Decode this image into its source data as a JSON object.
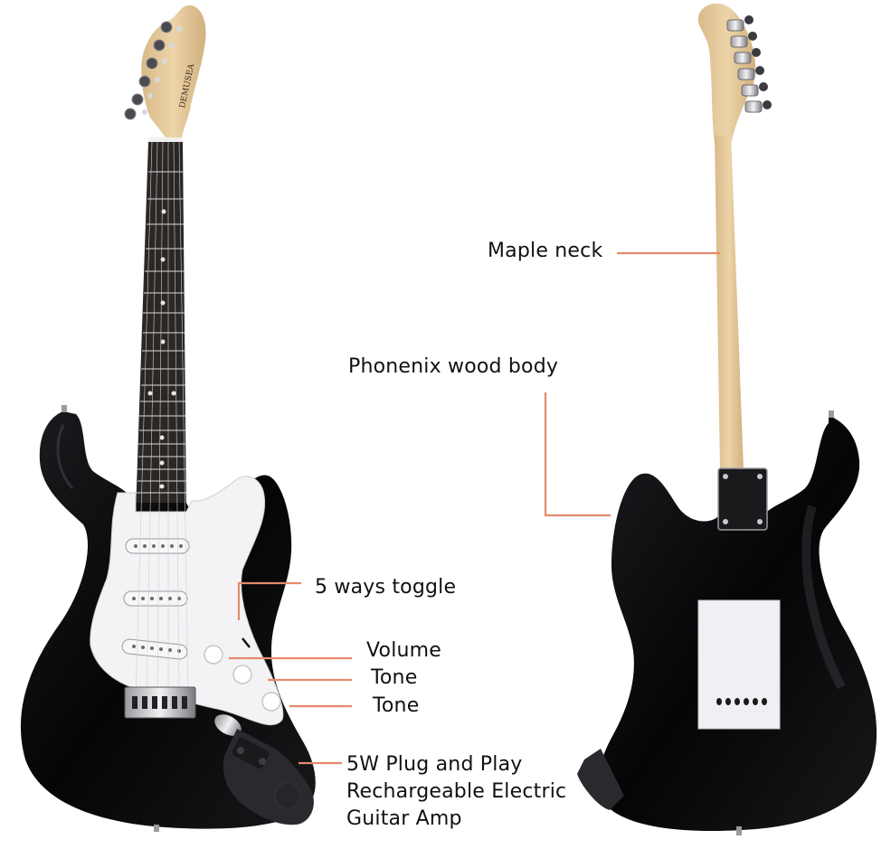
{
  "image": {
    "description": "Product photo of a black electric guitar, front and back views, with annotated features",
    "brand_on_headstock": "DEMUSEA",
    "colors": {
      "background": "#ffffff",
      "body": "#0b0b0d",
      "pickguard": "#f3f3f5",
      "fretboard": "#2a2624",
      "maple": "#e3c79a",
      "leader_line": "#e58a6c",
      "label_text": "#111111"
    }
  },
  "annotations": {
    "maple_neck": "Maple neck",
    "body_wood": "Phonenix wood body",
    "toggle": "5 ways toggle",
    "volume": "Volume",
    "tone_1": "Tone",
    "tone_2": "Tone",
    "amp_line_1": "5W Plug and Play",
    "amp_line_2": "Rechargeable Electric",
    "amp_line_3": "Guitar Amp"
  }
}
